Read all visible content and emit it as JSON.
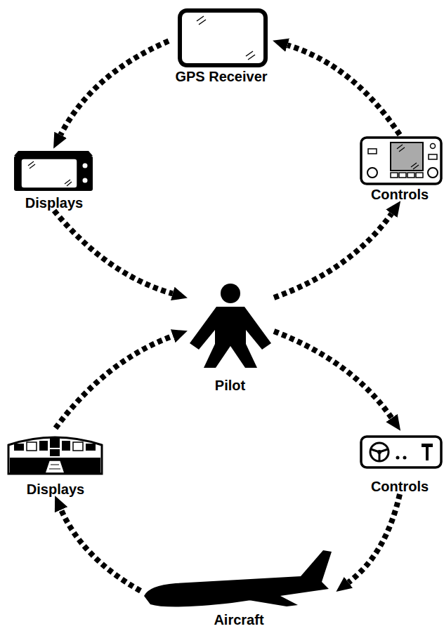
{
  "diagram": {
    "nodes": [
      {
        "text": [
          "GPS Receiver"
        ]
      },
      {
        "text": [
          "Displays"
        ]
      },
      {
        "text": [
          "Controls"
        ]
      },
      {
        "text": [
          "Pilot"
        ]
      },
      {
        "text": [
          "Displays"
        ]
      },
      {
        "text": [
          "Controls"
        ]
      },
      {
        "text": [
          "Aircraft"
        ]
      }
    ],
    "edges": [
      {
        "from": 2,
        "to": 0,
        "arrow": "to"
      },
      {
        "from": 0,
        "to": 1,
        "arrow": "to"
      },
      {
        "from": 1,
        "to": 3,
        "arrow": "to"
      },
      {
        "from": 3,
        "to": 2,
        "arrow": "to"
      },
      {
        "from": 3,
        "to": 5,
        "arrow": "to"
      },
      {
        "from": 5,
        "to": 6,
        "arrow": "to"
      },
      {
        "from": 6,
        "to": 4,
        "arrow": "to"
      },
      {
        "from": 4,
        "to": 3,
        "arrow": "to"
      }
    ]
  }
}
